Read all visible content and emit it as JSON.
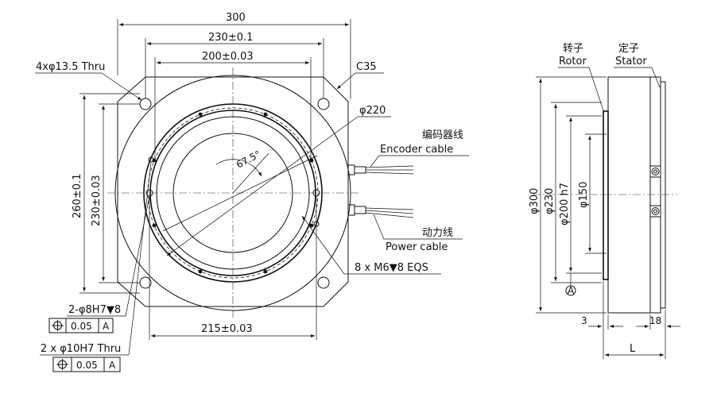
{
  "front_view": {
    "dim_300": "300",
    "dim_230_01": "230±0.1",
    "dim_200_003": "200±0.03",
    "holes_label": "4xφ13.5 Thru",
    "chamfer_label": "C35",
    "dia_220": "φ220",
    "angle_label": "67.5°",
    "encoder_cn": "编码器线",
    "encoder_en": "Encoder cable",
    "power_cn": "动力线",
    "power_en": "Power cable",
    "m6_label": "8 x M6▼8 EQS",
    "dim_260": "260±0.1",
    "dim_230_003": "230±0.03",
    "dim_215": "215±0.03",
    "pin8_label": "2-φ8H7▼8",
    "pin10_label": "2 x φ10H7 Thru",
    "tol1_value": "0.05",
    "tol1_datum": "A",
    "tol2_value": "0.05",
    "tol2_datum": "A"
  },
  "side_view": {
    "rotor_cn": "转子",
    "rotor_en": "Rotor",
    "stator_cn": "定子",
    "stator_en": "Stator",
    "dia_300": "φ300",
    "dia_230": "φ230",
    "dia_200h7": "φ200 h7",
    "dia_150": "φ150",
    "datum_a": "A",
    "dim_3": "3",
    "dim_18": "18",
    "dim_l": "L"
  }
}
